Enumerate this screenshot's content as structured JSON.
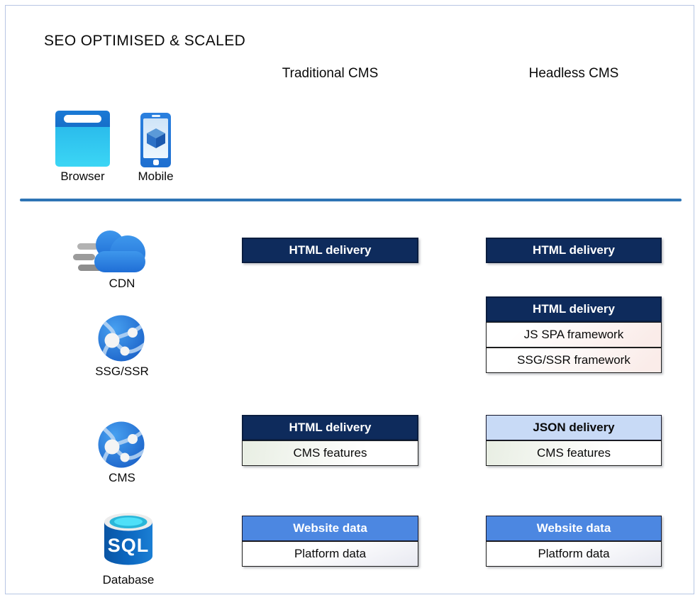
{
  "title": "SEO OPTIMISED & SCALED",
  "columns": {
    "traditional": "Traditional CMS",
    "headless": "Headless CMS"
  },
  "devices": {
    "browser": "Browser",
    "mobile": "Mobile"
  },
  "icons": {
    "sql_label": "SQL",
    "cdn": "cdn-cloud-icon",
    "ssg_ssr": "globe-network-icon",
    "cms": "globe-network-icon",
    "database": "sql-database-icon"
  },
  "rows": [
    {
      "label": "CDN",
      "traditional": [
        {
          "text": "HTML delivery",
          "style": "navy"
        }
      ],
      "headless": [
        {
          "text": "HTML delivery",
          "style": "navy"
        }
      ]
    },
    {
      "label": "SSG/SSR",
      "traditional": [],
      "headless": [
        {
          "text": "HTML delivery",
          "style": "navy"
        },
        {
          "text": "JS SPA framework",
          "style": "blush"
        },
        {
          "text": "SSG/SSR framework",
          "style": "blush"
        }
      ]
    },
    {
      "label": "CMS",
      "traditional": [
        {
          "text": "HTML delivery",
          "style": "navy"
        },
        {
          "text": "CMS features",
          "style": "mint"
        }
      ],
      "headless": [
        {
          "text": "JSON delivery",
          "style": "lightblue"
        },
        {
          "text": "CMS features",
          "style": "mint"
        }
      ]
    },
    {
      "label": "Database",
      "traditional": [
        {
          "text": "Website data",
          "style": "blue"
        },
        {
          "text": "Platform data",
          "style": "lavender"
        }
      ],
      "headless": [
        {
          "text": "Website data",
          "style": "blue"
        },
        {
          "text": "Platform data",
          "style": "lavender"
        }
      ]
    }
  ],
  "colors": {
    "navy_box": "#0e2b5c",
    "accent_blue_box": "#4c87e1",
    "light_blue_box": "#c8daf6",
    "divider_blue": "#2e74b5",
    "frame_border": "#b7c6e4",
    "cloud_blue": "#2e86e0",
    "globe_blue": "#2676d9",
    "sql_body_blue": "#0a5cb0",
    "sql_cyan": "#3fd2ee",
    "browser_cyan": "#31c6f0",
    "browser_bar_blue": "#1b7ad6",
    "mobile_blue": "#2577dd"
  }
}
